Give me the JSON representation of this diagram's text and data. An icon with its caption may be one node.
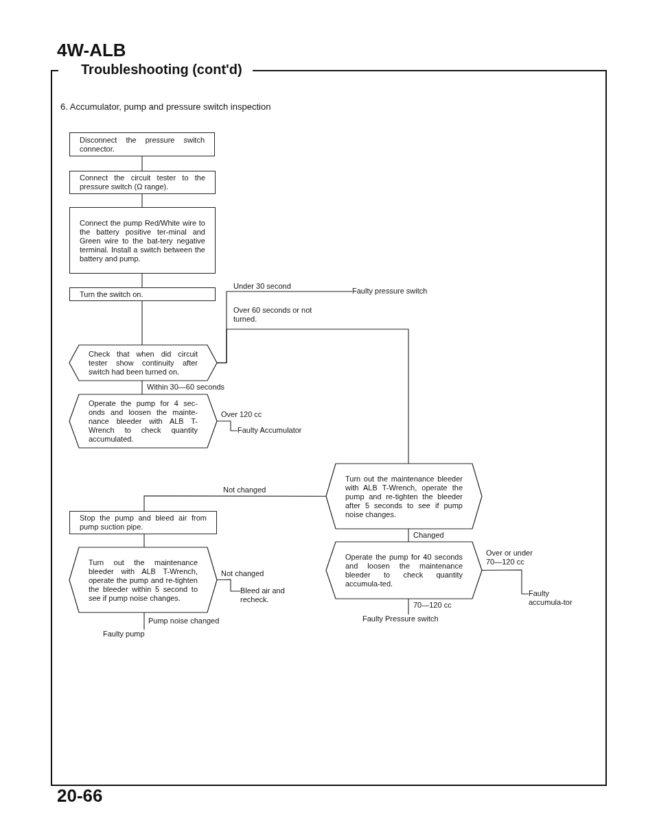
{
  "diagram": {
    "title": "4W-ALB",
    "nodes": [
      {
        "text": [
          "Disconnect the pressure switch connector."
        ]
      },
      {
        "text": [
          "Connect the circuit tester to the pressure switch (Ω range)."
        ]
      },
      {
        "text": [
          "Connect the pump Red/White wire to the battery positive ter-minal and Green wire to the bat-tery negative terminal. Install a switch between the battery and pump."
        ]
      },
      {
        "text": [
          "Turn the switch on."
        ]
      },
      {
        "text": [
          "Faulty pressure switch"
        ]
      },
      {
        "text": [
          "Check that when did circuit tester show continuity after switch had been turned on."
        ]
      },
      {
        "text": [
          "Operate the pump for 4 sec-onds and loosen the mainte-nance bleeder with ALB T-Wrench to check quantity accumulated."
        ]
      },
      {
        "text": [
          "Faulty Accumulator"
        ]
      },
      {
        "text": [
          "Turn out the maintenance bleeder with ALB T-Wrench, operate the pump and re-tighten the bleeder after 5 seconds to see if pump noise changes."
        ]
      },
      {
        "text": [
          "Stop the pump and bleed air from pump suction pipe."
        ]
      },
      {
        "text": [
          "Turn out the maintenance bleeder with ALB T-Wrench, operate the pump and re-tighten the bleeder within 5 second to see if pump noise changes."
        ]
      },
      {
        "text": [
          "Bleed air and recheck."
        ]
      },
      {
        "text": [
          "Faulty pump"
        ]
      },
      {
        "text": [
          "Operate the pump for 40 seconds and loosen the maintenance bleeder to check quantity accumula-ted."
        ]
      },
      {
        "text": [
          "Faulty accumula-tor"
        ]
      },
      {
        "text": [
          "Faulty Pressure switch"
        ]
      }
    ],
    "edges": [
      {
        "from": 0,
        "to": 1,
        "arrow": "none"
      },
      {
        "from": 1,
        "to": 2,
        "arrow": "none"
      },
      {
        "from": 2,
        "to": 3,
        "arrow": "none"
      },
      {
        "from": 3,
        "to": 5,
        "arrow": "none"
      },
      {
        "from": 5,
        "to": 4,
        "arrow": "none",
        "label": "Under 30 second"
      },
      {
        "from": 5,
        "to": 8,
        "arrow": "none",
        "label": "Over 60 seconds or not turned."
      },
      {
        "from": 5,
        "to": 6,
        "arrow": "none",
        "label": "Within 30—60 seconds"
      },
      {
        "from": 6,
        "to": 7,
        "arrow": "none",
        "label": "Over 120 cc"
      },
      {
        "from": 8,
        "to": 9,
        "arrow": "none",
        "label": "Not changed"
      },
      {
        "from": 9,
        "to": 10,
        "arrow": "none"
      },
      {
        "from": 10,
        "to": 11,
        "arrow": "none",
        "label": "Not changed"
      },
      {
        "from": 10,
        "to": 12,
        "arrow": "none",
        "label": "Pump noise changed"
      },
      {
        "from": 8,
        "to": 13,
        "arrow": "none",
        "label": "Changed"
      },
      {
        "from": 13,
        "to": 14,
        "arrow": "none",
        "label": "Over or under 70—120 cc"
      },
      {
        "from": 13,
        "to": 15,
        "arrow": "none",
        "label": "70—120 cc"
      }
    ],
    "labels": [
      "Troubleshooting (cont'd)",
      "6. Accumulator, pump and pressure switch inspection",
      "20-66"
    ]
  }
}
